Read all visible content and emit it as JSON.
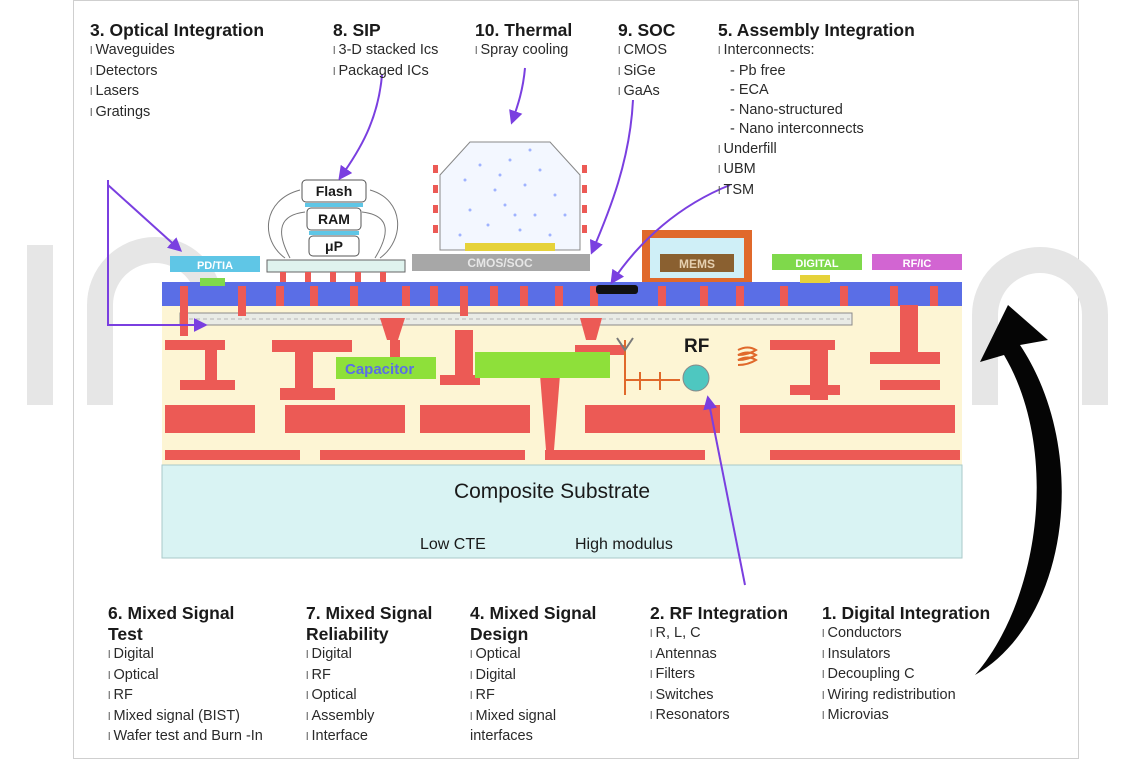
{
  "sections": {
    "optical_integration": {
      "title": "3. Optical Integration",
      "items": [
        "Waveguides",
        "Detectors",
        "Lasers",
        "Gratings"
      ]
    },
    "sip": {
      "title": "8. SIP",
      "items": [
        "3-D stacked Ics",
        "Packaged ICs"
      ]
    },
    "thermal": {
      "title": "10. Thermal",
      "items": [
        "Spray cooling"
      ]
    },
    "soc": {
      "title": "9. SOC",
      "items": [
        "CMOS",
        "SiGe",
        "GaAs"
      ]
    },
    "assembly_integration": {
      "title": "5. Assembly Integration",
      "items": [
        "Interconnects:",
        "- Pb free",
        "- ECA",
        "- Nano-structured",
        "- Nano interconnects",
        "Underfill",
        "UBM",
        "TSM"
      ]
    },
    "mixed_signal_test": {
      "title": "6. Mixed Signal Test",
      "items": [
        "Digital",
        "Optical",
        "RF",
        "Mixed signal (BIST)",
        "Wafer test and Burn -In"
      ]
    },
    "mixed_signal_reliability": {
      "title": "7. Mixed Signal Reliability",
      "items": [
        "Digital",
        "RF",
        "Optical",
        "Assembly",
        "Interface"
      ]
    },
    "mixed_signal_design": {
      "title": "4. Mixed Signal Design",
      "items": [
        "Optical",
        "Digital",
        "RF",
        "Mixed signal interfaces"
      ]
    },
    "rf_integration": {
      "title": "2. RF Integration",
      "items": [
        "R, L, C",
        "Antennas",
        "Filters",
        "Switches",
        "Resonators"
      ]
    },
    "digital_integration": {
      "title": "1. Digital Integration",
      "items": [
        "Conductors",
        "Insulators",
        "Decoupling C",
        "Wiring redistribution",
        "Microvias"
      ]
    }
  },
  "diagram": {
    "chip_flash": "Flash",
    "chip_ram": "RAM",
    "chip_up": "μP",
    "chip_cmos_soc": "CMOS/SOC",
    "chip_mems": "MEMS",
    "chip_pd_ia": "PD/TIA",
    "chip_digital_ic": "DIGITAL",
    "chip_rf_ic": "RF/IC",
    "capacitor": "Capacitor",
    "rf": "RF",
    "substrate": "Composite Substrate",
    "low_cte": "Low CTE",
    "high_modulus": "High modulus"
  },
  "colors": {
    "pcb_fill": "#fdf5d4",
    "conductor": "#ec5a55",
    "dielectric_top": "#5a6ee6",
    "capacitor_fill": "#8ee03a",
    "substrate_fill": "#d9f3f3",
    "chip_top": "#5fc6e6",
    "chip_green": "#7fd94b",
    "chip_purple": "#d265d2",
    "mems_frame": "#e0692b",
    "arrow": "#7a3fe0"
  }
}
